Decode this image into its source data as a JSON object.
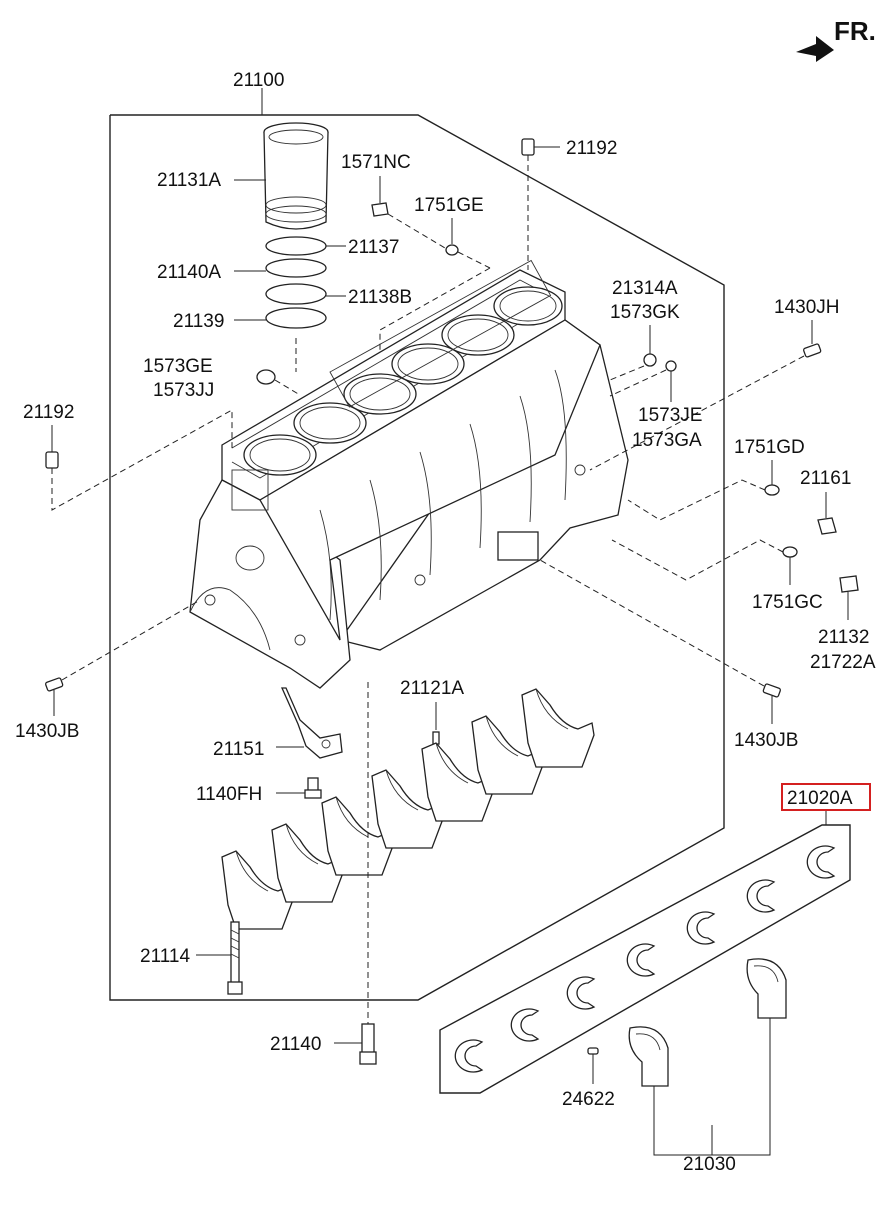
{
  "direction_label": "FR.",
  "labels": {
    "p21100": "21100",
    "p21192_top": "21192",
    "p21131A": "21131A",
    "p1571NC": "1571NC",
    "p1751GE": "1751GE",
    "p21137": "21137",
    "p21140A": "21140A",
    "p21138B": "21138B",
    "p21139": "21139",
    "p21314A": "21314A",
    "p1573GK": "1573GK",
    "p1430JH": "1430JH",
    "p1573GE": "1573GE",
    "p1573JJ": "1573JJ",
    "p21192_left": "21192",
    "p1573JE": "1573JE",
    "p1573GA": "1573GA",
    "p1751GD": "1751GD",
    "p21161": "21161",
    "p1751GC": "1751GC",
    "p21132": "21132",
    "p21722A": "21722A",
    "p1430JB_left": "1430JB",
    "p1430JB_right": "1430JB",
    "p21121A": "21121A",
    "p21151": "21151",
    "p1140FH": "1140FH",
    "p21020A": "21020A",
    "p21114": "21114",
    "p21140": "21140",
    "p24622": "24622",
    "p21030": "21030"
  },
  "colors": {
    "line": "#222222",
    "highlight_box": "#d42020",
    "background": "#ffffff"
  }
}
